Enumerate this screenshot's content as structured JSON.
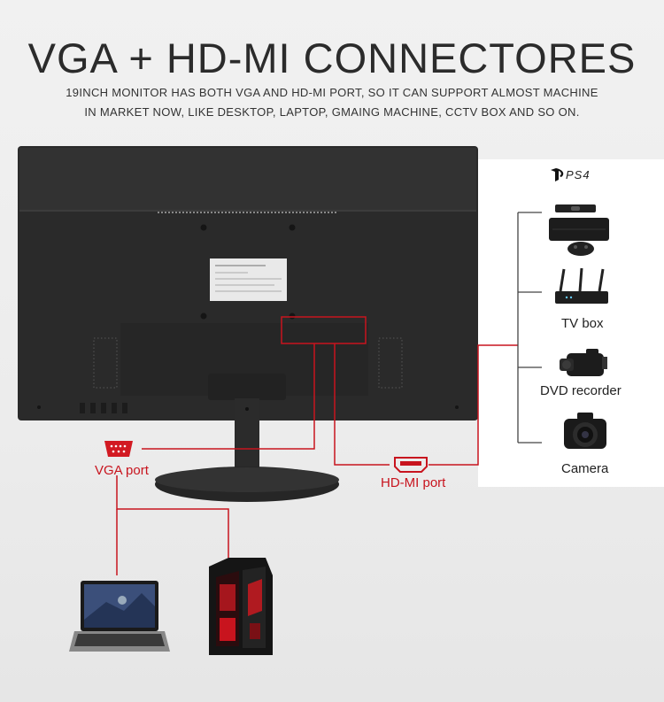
{
  "header": {
    "title": "VGA + HD-MI CONNECTORES",
    "subtitle_line1": "19INCH MONITOR HAS BOTH VGA AND HD-MI PORT, SO IT CAN SUPPORT ALMOST MACHINE",
    "subtitle_line2": "IN MARKET NOW, LIKE DESKTOP, LAPTOP, GMAING MACHINE, CCTV BOX AND SO ON."
  },
  "ports": {
    "vga_label": "VGA port",
    "hdmi_label": "HD-MI port"
  },
  "devices": {
    "ps4_logo": "PS4",
    "tv_box": "TV box",
    "dvd_recorder": "DVD recorder",
    "camera": "Camera"
  },
  "colors": {
    "accent_red": "#c8141e",
    "monitor_body": "#2a2a2a"
  }
}
